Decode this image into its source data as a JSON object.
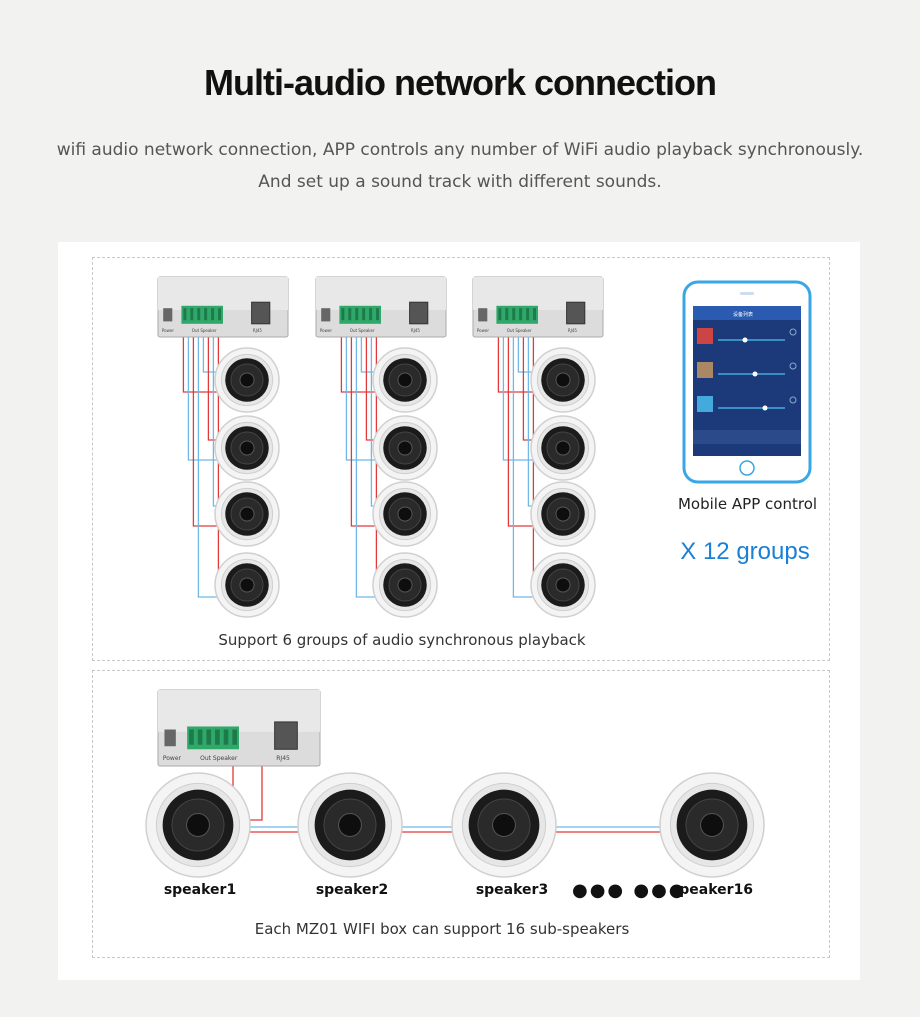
{
  "title": "Multi-audio network connection",
  "subtitle_line1": "wifi audio network connection, APP controls any number of WiFi audio playback synchronously.",
  "subtitle_line2": "And set up a sound track with different sounds.",
  "top_panel_caption": "Support 6 groups of audio synchronous playback",
  "bottom_panel_caption": "Each MZ01 WIFI box can support 16 sub-speakers",
  "mobile_caption": "Mobile APP control",
  "groups_caption": "X 12 groups",
  "speakers": [
    "speaker1",
    "speaker2",
    "speaker3",
    "speaker16"
  ],
  "ellipsis": "●●● ●●●",
  "box": {
    "power_label": "Power",
    "port_label": "Out Speaker",
    "rj45_label": "RJ45"
  },
  "phone": {
    "header": "设备列表"
  },
  "colors": {
    "accent": "#1a7fd6",
    "wire_red": "#e03a3a",
    "wire_blue": "#6fb8e8"
  }
}
